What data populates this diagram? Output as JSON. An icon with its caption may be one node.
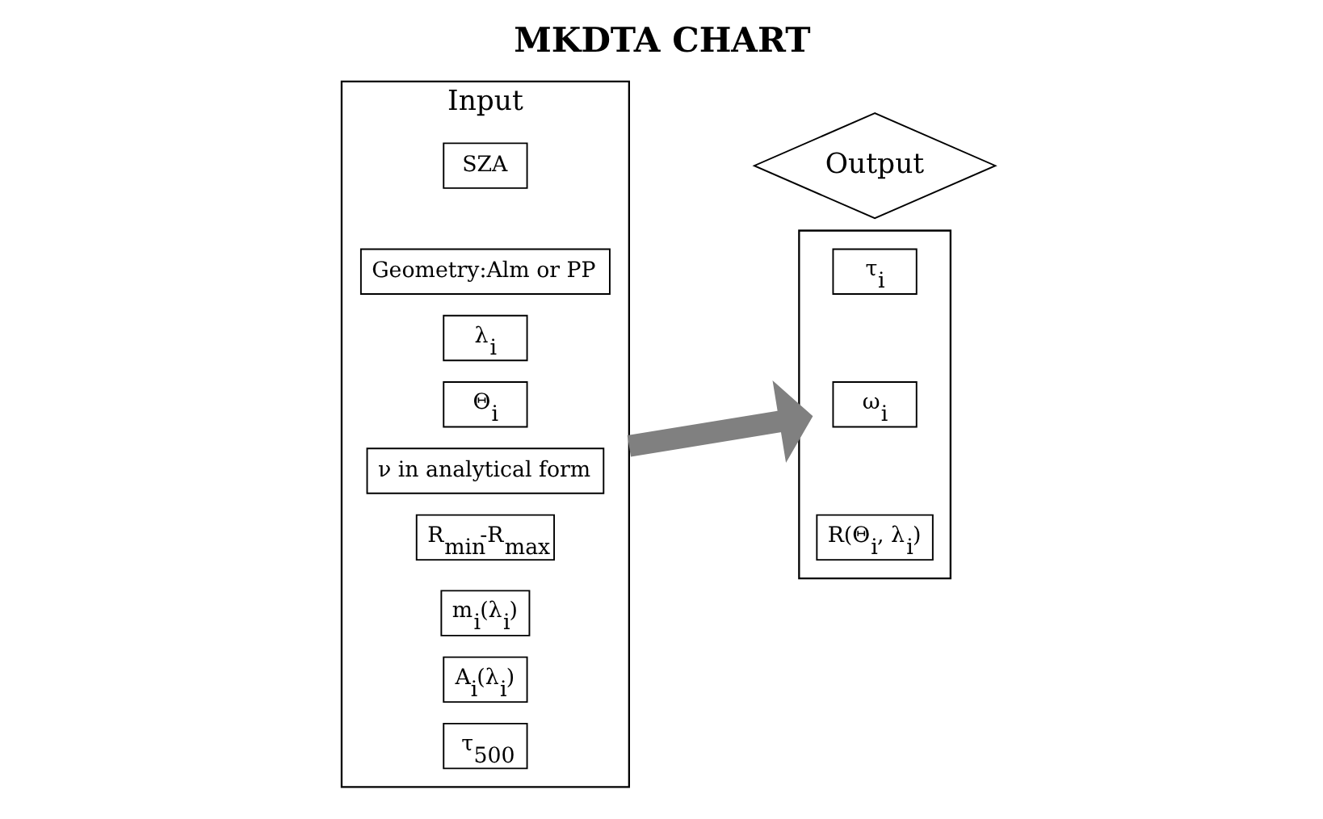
{
  "diagram": {
    "title": "MKDTA CHART",
    "nodes": [
      {
        "text": [
          "Input"
        ]
      },
      {
        "text": [
          "SZA"
        ],
        "in": 0
      },
      {
        "text": [
          "Geometry:Alm or PP"
        ],
        "in": 0
      },
      {
        "text": [
          "λ$_{i}$"
        ],
        "in": 0
      },
      {
        "text": [
          "Θ$_{i}$"
        ],
        "in": 0
      },
      {
        "text": [
          "ν in analytical form"
        ],
        "in": 0
      },
      {
        "text": [
          "R$_{min}$-R$_{max}$"
        ],
        "in": 0
      },
      {
        "text": [
          "m$_{i}$(λ$_{i}$)"
        ],
        "in": 0
      },
      {
        "text": [
          "A$_{i}$(λ$_{i}$)"
        ],
        "in": 0
      },
      {
        "text": [
          "τ$_{500}$"
        ],
        "in": 0
      },
      {
        "text": [
          "Output"
        ]
      },
      {
        "text": [],
        "shape": "box"
      },
      {
        "text": [
          "τ$_{i}$"
        ],
        "in": 11
      },
      {
        "text": [
          "ω$_{i}$"
        ],
        "in": 11
      },
      {
        "text": [
          "R(Θ$_{i}$, λ$_{i}$)"
        ],
        "in": 11
      }
    ],
    "edges": [
      {
        "from": 0,
        "to": 11,
        "arrow": "to",
        "color": "#808080"
      }
    ]
  }
}
